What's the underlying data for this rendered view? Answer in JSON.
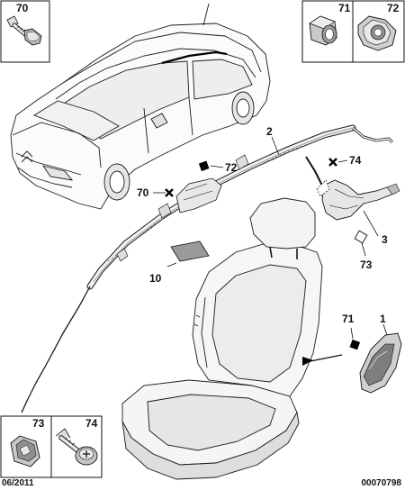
{
  "refs": {
    "r70_box": "70",
    "r71_box": "71",
    "r72_box": "72",
    "r73_box": "73",
    "r74_box": "74",
    "r2": "2",
    "r72_c": "72",
    "r70_c": "70",
    "r74_r": "74",
    "r3": "3",
    "r73_r": "73",
    "r10": "10",
    "r71_s": "71",
    "r1": "1"
  },
  "footer": {
    "date": "06/2011",
    "code": "00070798"
  },
  "colors": {
    "line": "#1a1a1a",
    "fill_light": "#f4f4f4",
    "fill_mid": "#d9d9d9",
    "fill_dark": "#8a8a8a",
    "label_black": "#000000"
  }
}
